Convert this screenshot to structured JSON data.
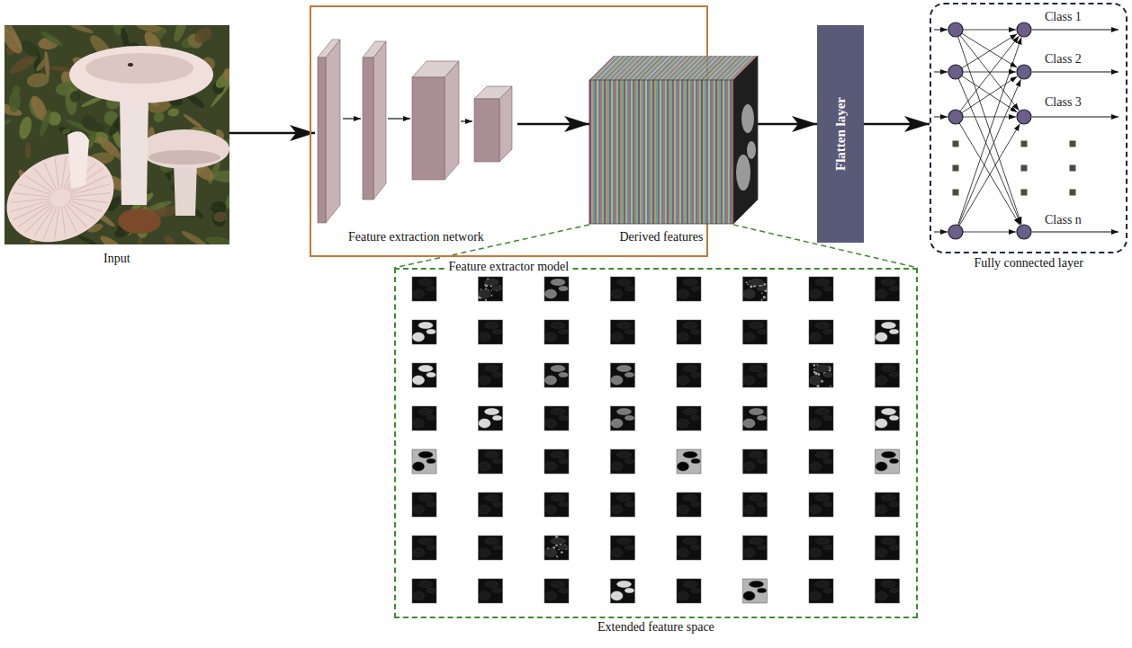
{
  "diagram": {
    "nodes": [
      {
        "text": [
          "Input"
        ]
      },
      {
        "text": [
          "Feature extractor model"
        ]
      },
      {
        "text": [
          "Feature extraction network"
        ],
        "in": 1
      },
      {
        "text": [
          "Derived features"
        ],
        "in": 1
      },
      {
        "text": [
          "Flatten layer"
        ]
      },
      {
        "text": [
          "Fully connected layer"
        ]
      },
      {
        "text": [
          "Extended feature space"
        ]
      }
    ],
    "edges": [
      {
        "from": 0,
        "to": 2,
        "arrow": "to"
      },
      {
        "from": 2,
        "to": 3,
        "arrow": "to"
      },
      {
        "from": 3,
        "to": 4,
        "arrow": "to"
      },
      {
        "from": 4,
        "to": 5,
        "arrow": "to"
      },
      {
        "from": 3,
        "to": 6,
        "arrow": "none"
      }
    ],
    "labels": [
      "Class 1",
      "Class 2",
      "Class 3",
      "Class n"
    ]
  }
}
